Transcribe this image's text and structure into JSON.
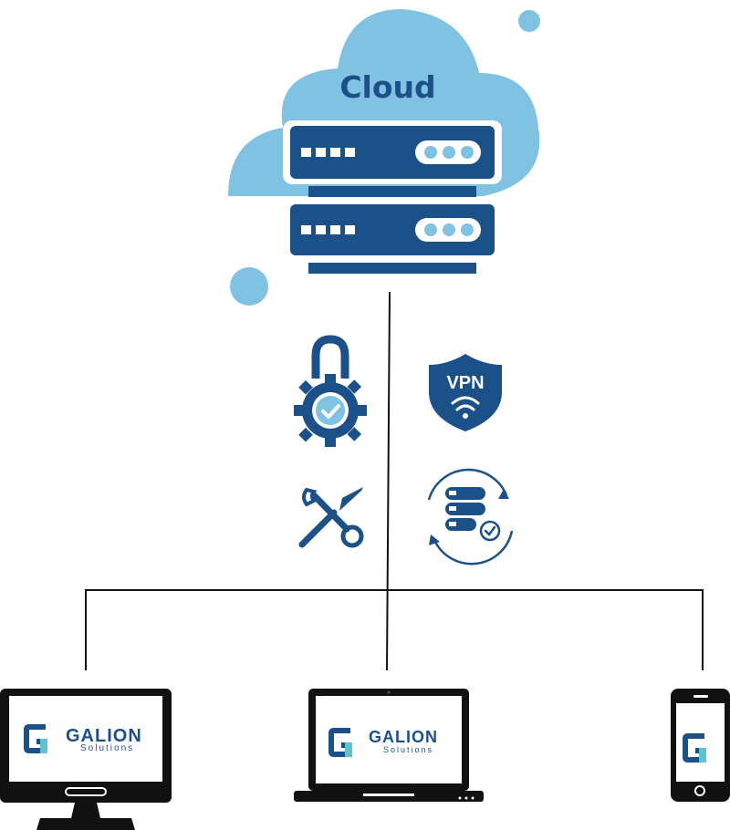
{
  "cloud": {
    "label": "Cloud"
  },
  "vpn": {
    "label": "VPN"
  },
  "brand": {
    "name": "GALION",
    "tagline": "Solutions"
  },
  "colors": {
    "dark_blue": "#1b5088",
    "light_blue": "#7fc2e2",
    "line": "#111111",
    "teal": "#5fc3cf"
  },
  "icons": [
    "cloud-icon",
    "server-icon",
    "padlock-gear-icon",
    "vpn-shield-icon",
    "tools-icon",
    "database-sync-icon",
    "desktop-monitor-icon",
    "laptop-icon",
    "smartphone-icon"
  ]
}
